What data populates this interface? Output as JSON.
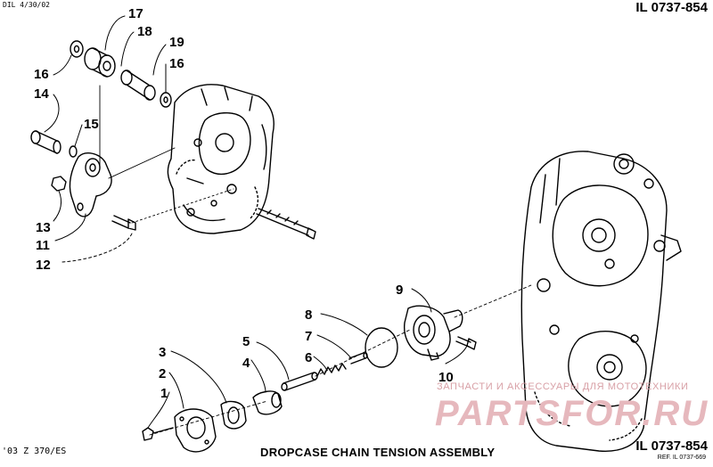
{
  "header": {
    "date_code": "DIL 4/30/02",
    "illustration_id": "IL 0737-854"
  },
  "footer": {
    "model": "'03 Z 370/ES",
    "title": "DROPCASE CHAIN TENSION ASSEMBLY",
    "illustration_id": "IL 0737-854",
    "reference": "REF. IL 0737-669"
  },
  "watermark": {
    "text": "ЗАПЧАСТИ И АКСЕССУАРЫ ДЛЯ МОТОТЕХНИКИ",
    "logo": "PARTSFOR.RU",
    "color": "#e6b8bd"
  },
  "callouts": [
    {
      "id": "17",
      "label": "17"
    },
    {
      "id": "18",
      "label": "18"
    },
    {
      "id": "19",
      "label": "19"
    },
    {
      "id": "16a",
      "label": "16"
    },
    {
      "id": "16b",
      "label": "16"
    },
    {
      "id": "14",
      "label": "14"
    },
    {
      "id": "15",
      "label": "15"
    },
    {
      "id": "13",
      "label": "13"
    },
    {
      "id": "11",
      "label": "11"
    },
    {
      "id": "12",
      "label": "12"
    },
    {
      "id": "9",
      "label": "9"
    },
    {
      "id": "8",
      "label": "8"
    },
    {
      "id": "7",
      "label": "7"
    },
    {
      "id": "6",
      "label": "6"
    },
    {
      "id": "5",
      "label": "5"
    },
    {
      "id": "4",
      "label": "4"
    },
    {
      "id": "3",
      "label": "3"
    },
    {
      "id": "2",
      "label": "2"
    },
    {
      "id": "1",
      "label": "1"
    },
    {
      "id": "10",
      "label": "10"
    }
  ]
}
